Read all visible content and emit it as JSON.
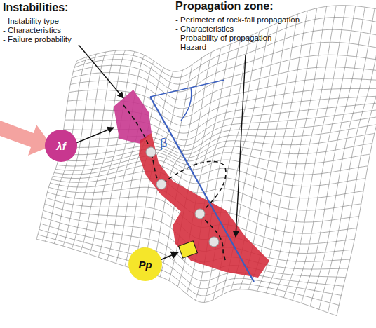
{
  "diagram": {
    "nodes": [
      {
        "text": [
          "λf"
        ]
      },
      {
        "text": [
          "Pp"
        ]
      }
    ],
    "labels": [
      "Instabilities:",
      "- Instability type",
      "- Characteristics",
      "- Failure probability",
      "Propagation zone:",
      "- Perimeter of rock-fall propagation",
      "- Characteristics",
      "- Probability of propagation",
      "- Hazard",
      "β"
    ]
  }
}
